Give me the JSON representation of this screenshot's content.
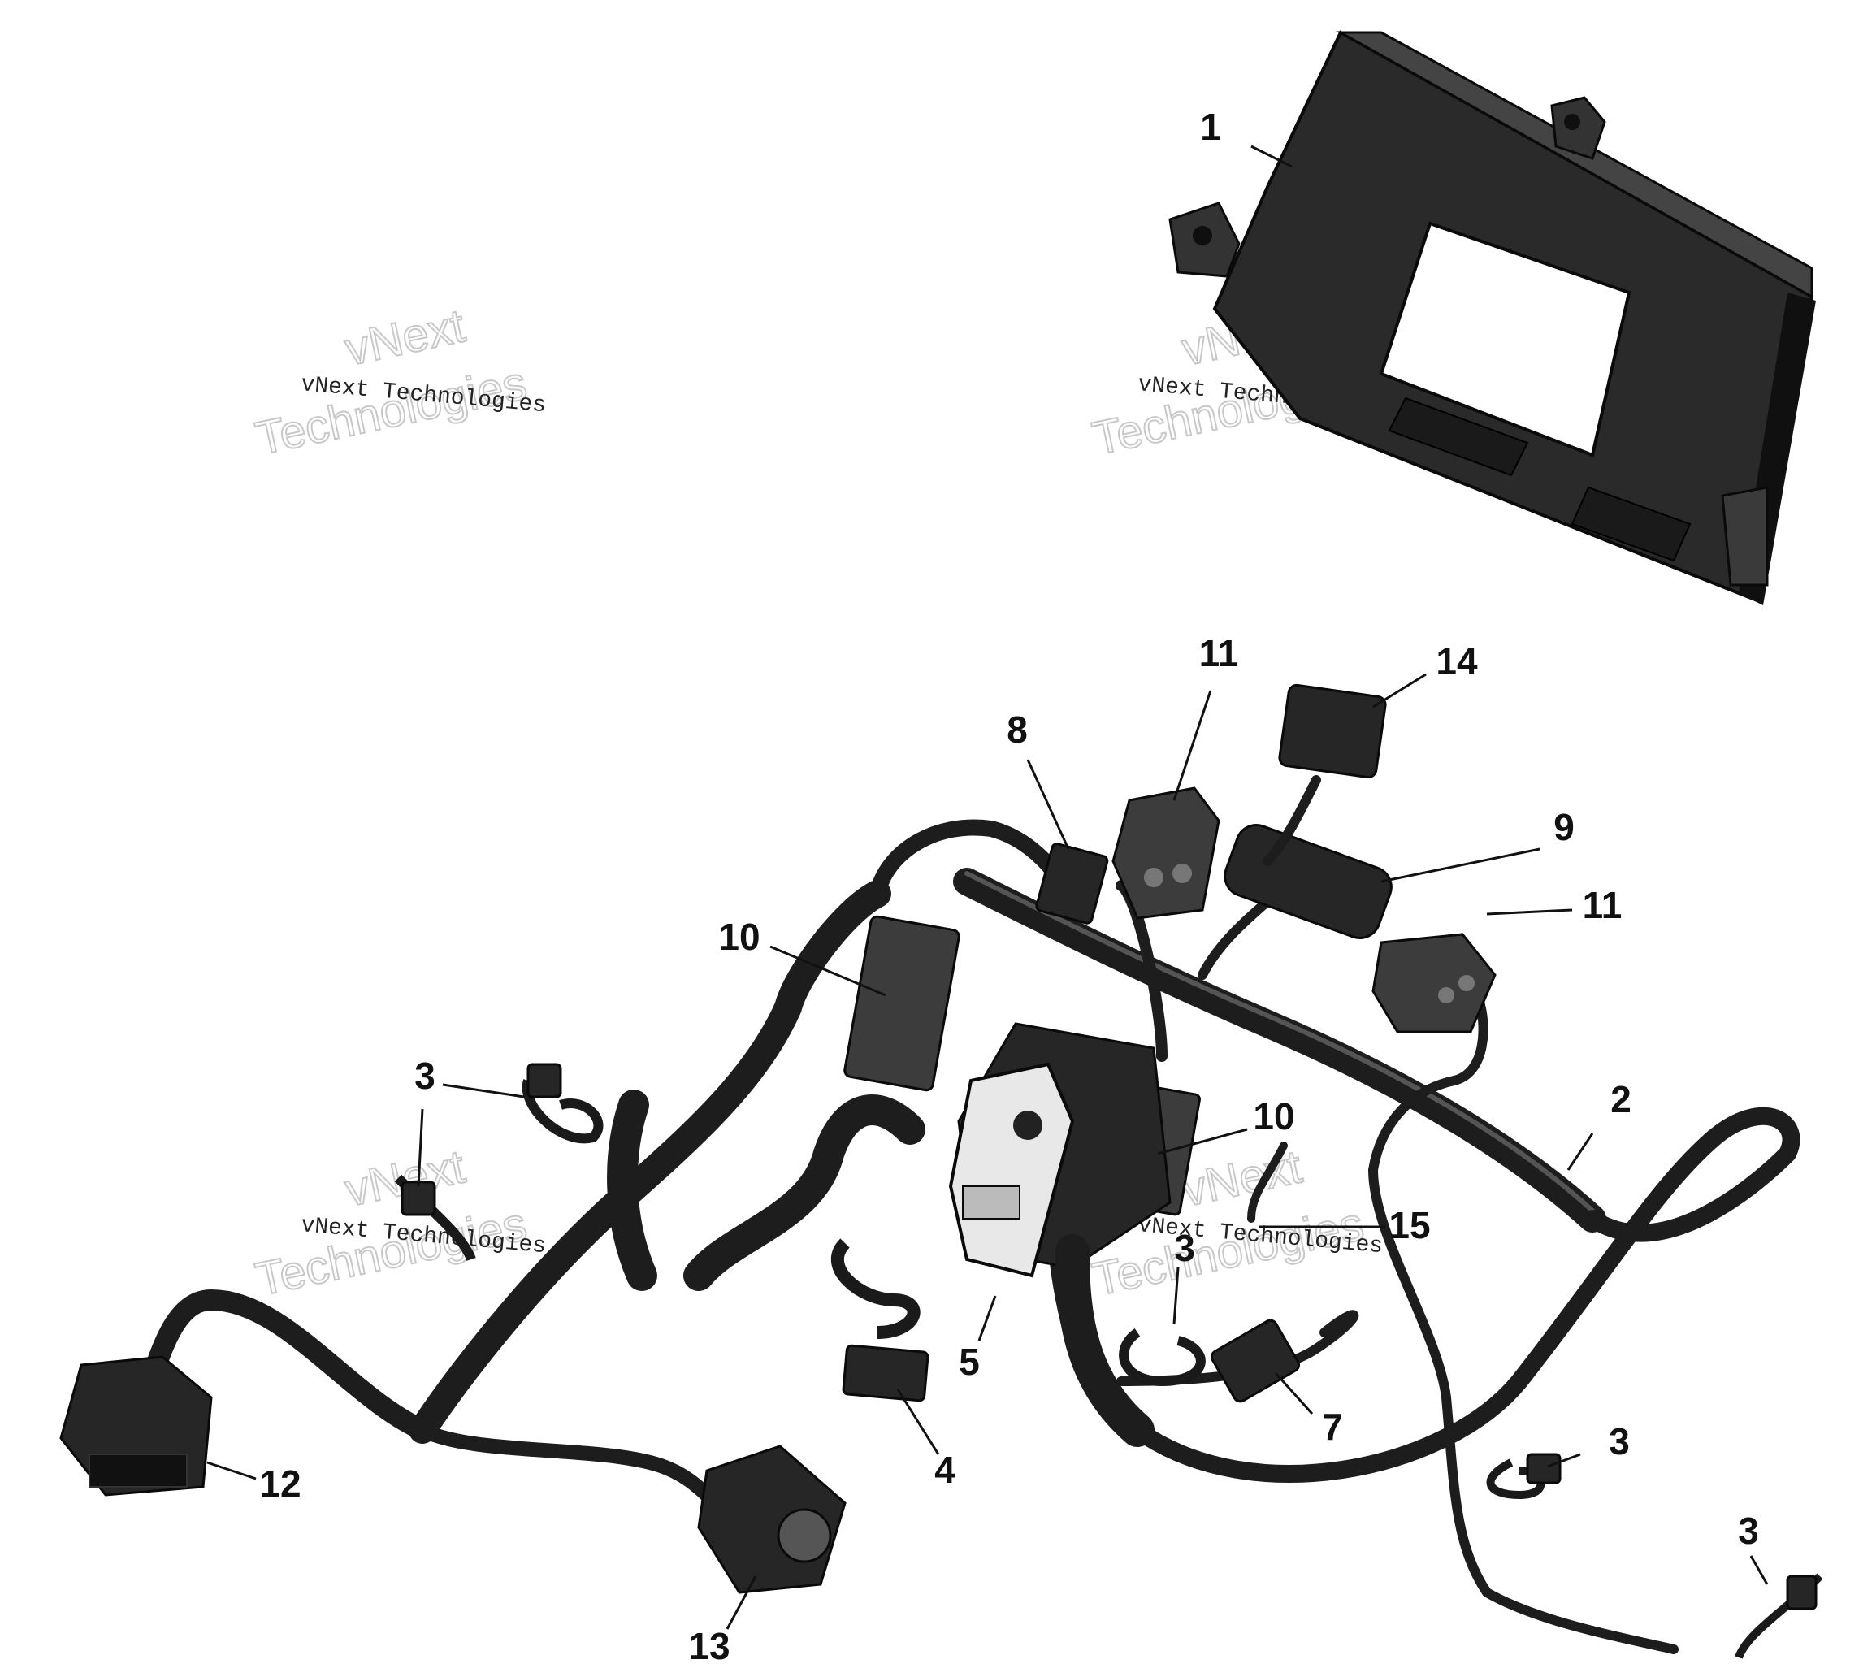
{
  "watermark": {
    "line_small": "vNext Technologies",
    "line_big_1": "vNext",
    "line_big_2": "Technologies"
  },
  "callouts": [
    {
      "id": "1",
      "label": "1"
    },
    {
      "id": "2",
      "label": "2"
    },
    {
      "id": "3a",
      "label": "3"
    },
    {
      "id": "3b",
      "label": "3"
    },
    {
      "id": "3c",
      "label": "3"
    },
    {
      "id": "3d",
      "label": "3"
    },
    {
      "id": "3e",
      "label": "3"
    },
    {
      "id": "4",
      "label": "4"
    },
    {
      "id": "5",
      "label": "5"
    },
    {
      "id": "7",
      "label": "7"
    },
    {
      "id": "8",
      "label": "8"
    },
    {
      "id": "9",
      "label": "9"
    },
    {
      "id": "10a",
      "label": "10"
    },
    {
      "id": "10b",
      "label": "10"
    },
    {
      "id": "11a",
      "label": "11"
    },
    {
      "id": "11b",
      "label": "11"
    },
    {
      "id": "12",
      "label": "12"
    },
    {
      "id": "13",
      "label": "13"
    },
    {
      "id": "14",
      "label": "14"
    },
    {
      "id": "15",
      "label": "15"
    }
  ]
}
